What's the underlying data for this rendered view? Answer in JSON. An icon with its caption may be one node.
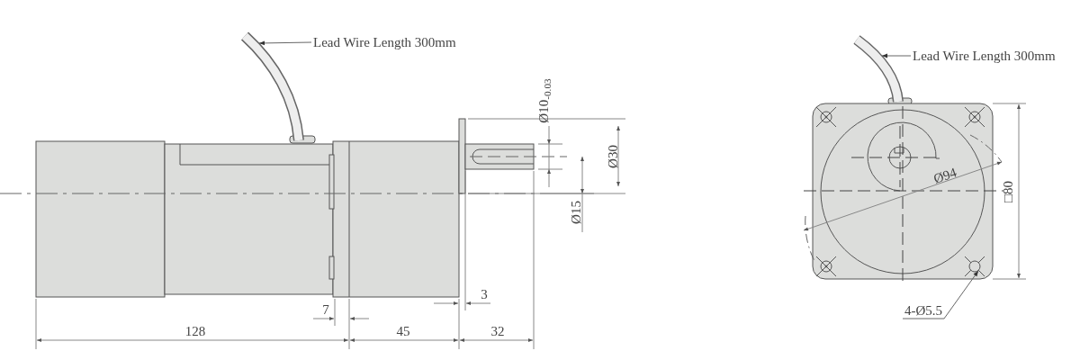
{
  "diagram": {
    "nodes": [
      {
        "text": [
          "Lead Wire Length 300mm"
        ]
      },
      {
        "text": [
          "Lead Wire Length 300mm"
        ]
      },
      {
        "text": [
          "4-Ø5.5"
        ]
      },
      {
        "text": [],
        "shape": "cable"
      },
      {
        "text": [],
        "shape": "cable"
      },
      {
        "text": [],
        "shape": "circle"
      }
    ],
    "edges": [
      {
        "from": 0,
        "to": 3,
        "arrow": "to"
      },
      {
        "from": 1,
        "to": 4,
        "arrow": "to"
      },
      {
        "from": 2,
        "to": 5,
        "arrow": "to"
      }
    ],
    "labels": [
      "Ø10$_{-0.03}$",
      "Ø30",
      "Ø15",
      "3",
      "7",
      "128",
      "45",
      "32",
      "Ø94",
      "□80"
    ]
  }
}
